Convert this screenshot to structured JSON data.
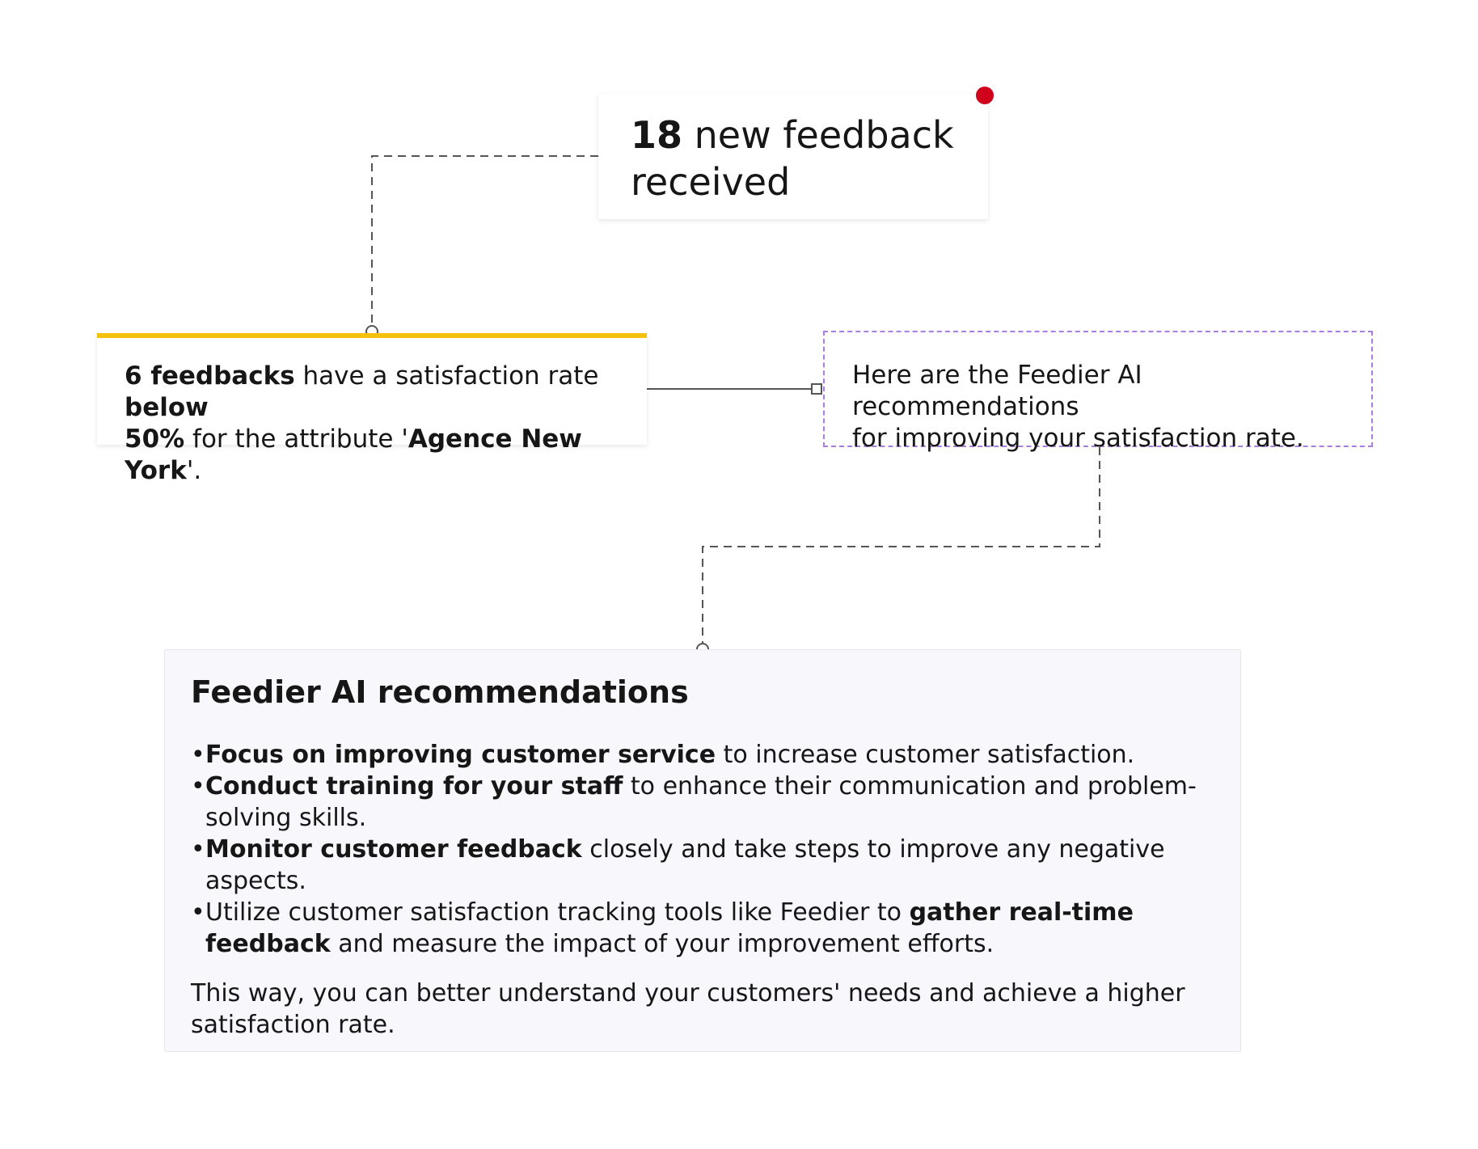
{
  "card_count": {
    "number": "18",
    "text_line1": "new feedback",
    "text_line2": "received"
  },
  "card_alert": {
    "count": "6 feedbacks",
    "t1": " have a satisfaction rate ",
    "threshold_a": "below",
    "threshold_b": "50%",
    "t2": " for the attribute '",
    "attribute": "Agence New York",
    "t3": "'."
  },
  "card_ai": {
    "line1": "Here are the Feedier AI recommendations",
    "line2": "for improving your satisfaction rate."
  },
  "card_reco": {
    "title": "Feedier AI recommendations",
    "items": [
      {
        "bold": "Focus on improving customer service",
        "rest": " to increase customer satisfaction."
      },
      {
        "bold": "Conduct training for your staff",
        "rest": " to enhance their communication and problem-solving skills."
      },
      {
        "bold": "Monitor customer feedback",
        "rest": " closely and take steps to improve any negative aspects."
      },
      {
        "lead": "Utilize customer satisfaction tracking tools like Feedier to ",
        "bold": "gather real-time feedback",
        "rest": " and measure the impact of your improvement efforts."
      }
    ],
    "closing": "This way, you can better understand your customers' needs and achieve a higher satisfaction rate."
  },
  "colors": {
    "notification_dot": "#d0021b",
    "alert_accent": "#f4c20d",
    "ai_border": "#a97ee0",
    "connector": "#555555",
    "reco_background": "#f8f7fb"
  }
}
